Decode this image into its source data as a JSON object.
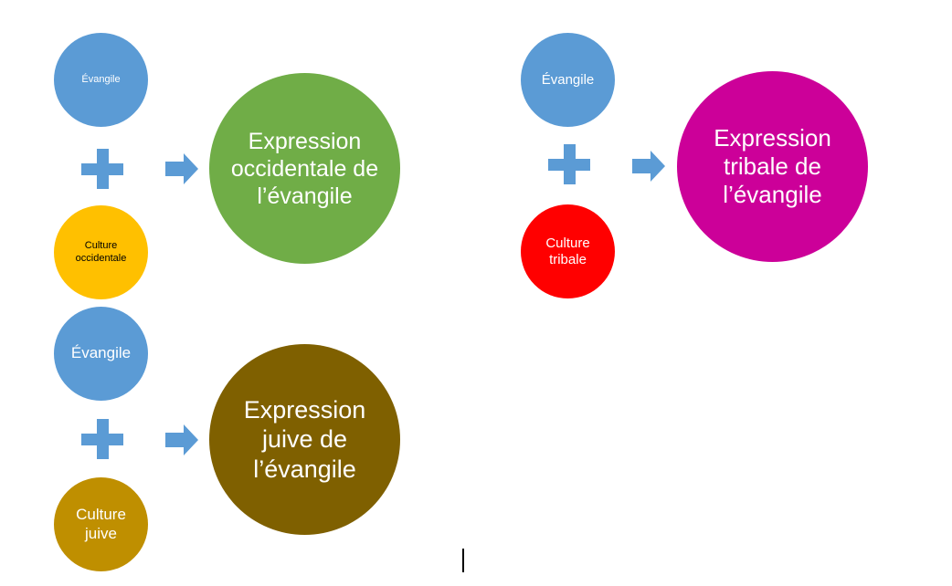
{
  "diagrams": [
    {
      "input_top": {
        "label": "Évangile",
        "color": "#5b9bd5"
      },
      "input_bottom": {
        "label": "Culture occidentale",
        "color": "#ffc000",
        "text_color": "#000000"
      },
      "result": {
        "label": "Expression occidentale de l’évangile",
        "color": "#70ad47"
      }
    },
    {
      "input_top": {
        "label": "Évangile",
        "color": "#5b9bd5"
      },
      "input_bottom": {
        "label": "Culture tribale",
        "color": "#ff0000",
        "text_color": "#ffffff"
      },
      "result": {
        "label": "Expression tribale de l’évangile",
        "color": "#cc0099"
      }
    },
    {
      "input_top": {
        "label": "Évangile",
        "color": "#5b9bd5"
      },
      "input_bottom": {
        "label": "Culture juive",
        "color": "#bf8f00",
        "text_color": "#ffffff"
      },
      "result": {
        "label": "Expression juive de l’évangile",
        "color": "#7f6000"
      }
    }
  ],
  "icons": {
    "plus": "plus-icon",
    "arrow": "right-arrow-icon",
    "operator_color": "#5b9bd5"
  }
}
